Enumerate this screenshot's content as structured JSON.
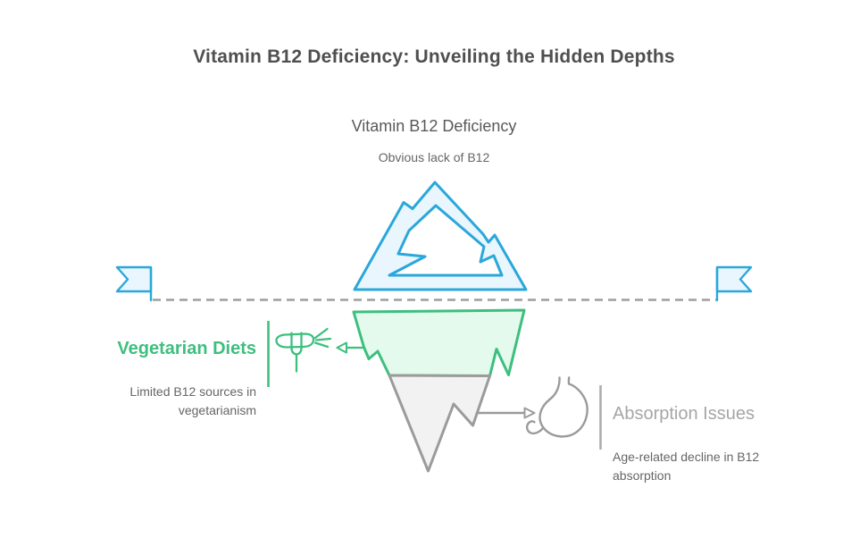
{
  "title": "Vitamin B12 Deficiency: Unveiling the Hidden Depths",
  "iceberg": {
    "heading": "Vitamin B12 Deficiency",
    "subheading": "Obvious lack of B12",
    "sections": [
      {
        "position": "above-water",
        "color": "#2aa7db"
      },
      {
        "position": "shallow-submerged",
        "color": "#3dbf7e"
      },
      {
        "position": "deep-submerged",
        "color": "#9b9b9b"
      }
    ]
  },
  "callouts": {
    "left": {
      "title": "Vegetarian Diets",
      "description": "Limited B12 sources in vegetarianism",
      "icon": "carrot-icon",
      "accent": "#3dbf7e"
    },
    "right": {
      "title": "Absorption Issues",
      "description": "Age-related decline in B12 absorption",
      "icon": "stomach-icon",
      "accent": "#a6a6a6"
    }
  },
  "colors": {
    "blue": "#2aa7db",
    "blue-fill": "#e9f6fd",
    "green": "#3dbf7e",
    "green-fill": "#e3faed",
    "gray": "#9b9b9b",
    "gray-fill": "#f2f2f2",
    "waterline": "#9e9e9e",
    "title-text": "#4f4f4f",
    "heading-text": "#595959",
    "body-text": "#666666",
    "muted-title": "#a6a6a6"
  }
}
